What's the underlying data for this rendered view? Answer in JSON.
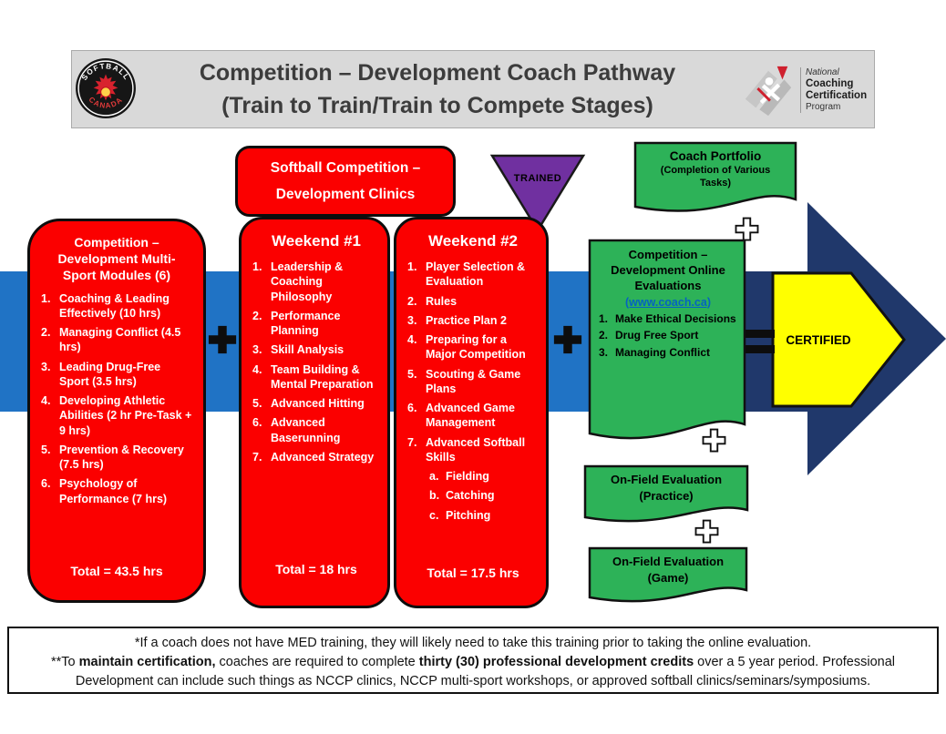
{
  "colors": {
    "red": "#fb0000",
    "green": "#2db258",
    "purple": "#7030a0",
    "band_blue": "#2073c5",
    "arrow_navy": "#20386b",
    "certified_yellow": "#ffff00",
    "header_gray": "#d9d9d9",
    "link_blue": "#0563c1"
  },
  "header": {
    "title_line1": "Competition – Development Coach Pathway",
    "title_line2": "(Train to Train/Train to Compete Stages)",
    "softball_logo": {
      "top": "SOFTBALL",
      "bottom": "CANADA"
    },
    "nccp_logo": {
      "line1": "National",
      "line2": "Coaching",
      "line3": "Certification",
      "line4": "Program"
    }
  },
  "clinics_box": {
    "line1": "Softball Competition –",
    "line2": "Development Clinics"
  },
  "trained_flag": {
    "label": "TRAINED"
  },
  "coach_portfolio": {
    "title": "Coach Portfolio",
    "subtitle": "(Completion of Various Tasks)"
  },
  "module_box": {
    "title": "Competition – Development Multi-Sport Modules (6)",
    "items": [
      {
        "n": "1.",
        "text": "Coaching & Leading Effectively (10 hrs)",
        "cls": "li"
      },
      {
        "n": "2.",
        "text": "Managing Conflict (4.5 hrs)",
        "cls": "li"
      },
      {
        "n": "3.",
        "text": "Leading Drug-Free Sport (3.5 hrs)",
        "cls": "li"
      },
      {
        "n": "4.",
        "text": "Developing Athletic Abilities (2 hr Pre-Task + 9 hrs)",
        "cls": "li"
      },
      {
        "n": "5.",
        "text": "Prevention & Recovery (7.5 hrs)",
        "cls": "li"
      },
      {
        "n": "6.",
        "text": "Psychology of Performance (7 hrs)",
        "cls": "li"
      }
    ],
    "total": "Total = 43.5 hrs"
  },
  "weekend1": {
    "title": "Weekend #1",
    "items": [
      {
        "n": "1.",
        "text": "Leadership & Coaching Philosophy",
        "cls": "li"
      },
      {
        "n": "2.",
        "text": "Performance Planning",
        "cls": "li"
      },
      {
        "n": "3.",
        "text": "Skill Analysis",
        "cls": "li"
      },
      {
        "n": "4.",
        "text": "Team Building & Mental Preparation",
        "cls": "li"
      },
      {
        "n": "5.",
        "text": "Advanced Hitting",
        "cls": "li"
      },
      {
        "n": "6.",
        "text": "Advanced Baserunning",
        "cls": "li"
      },
      {
        "n": "7.",
        "text": "Advanced Strategy",
        "cls": "li"
      }
    ],
    "total": "Total = 18 hrs"
  },
  "weekend2": {
    "title": "Weekend #2",
    "items": [
      {
        "n": "1.",
        "text": "Player Selection & Evaluation",
        "cls": "li"
      },
      {
        "n": "2.",
        "text": "Rules",
        "cls": "li"
      },
      {
        "n": "3.",
        "text": "Practice Plan 2",
        "cls": "li"
      },
      {
        "n": "4.",
        "text": "Preparing for a Major Competition",
        "cls": "li"
      },
      {
        "n": "5.",
        "text": "Scouting & Game Plans",
        "cls": "li"
      },
      {
        "n": "6.",
        "text": "Advanced Game Management",
        "cls": "li"
      },
      {
        "n": "7.",
        "text": "Advanced Softball Skills",
        "cls": "li"
      },
      {
        "n": "a.",
        "text": "Fielding",
        "cls": "li sub"
      },
      {
        "n": "b.",
        "text": "Catching",
        "cls": "li sub"
      },
      {
        "n": "c.",
        "text": "Pitching",
        "cls": "li sub"
      }
    ],
    "total": "Total = 17.5 hrs"
  },
  "online_eval": {
    "title": "Competition – Development Online Evaluations",
    "link": "(www.coach.ca)",
    "items": [
      {
        "n": "1.",
        "text": "Make Ethical Decisions",
        "cls": "li"
      },
      {
        "n": "2.",
        "text": "Drug Free Sport",
        "cls": "li"
      },
      {
        "n": "3.",
        "text": "Managing Conflict",
        "cls": "li"
      }
    ]
  },
  "onfield_practice": {
    "line1": "On-Field Evaluation",
    "line2": "(Practice)"
  },
  "onfield_game": {
    "line1": "On-Field Evaluation",
    "line2": "(Game)"
  },
  "certified": {
    "label": "CERTIFIED"
  },
  "footnote": {
    "line1": "*If a coach does not have MED training, they will likely need to take this training prior to taking the online evaluation.",
    "p1": "**To ",
    "p2_bold": "maintain certification,",
    "p3": " coaches are required to complete ",
    "p4_bold": "thirty (30) professional development credits",
    "p5": " over a 5 year period. Professional Development can include such things as NCCP clinics, NCCP multi-sport workshops, or approved softball clinics/seminars/symposiums."
  }
}
